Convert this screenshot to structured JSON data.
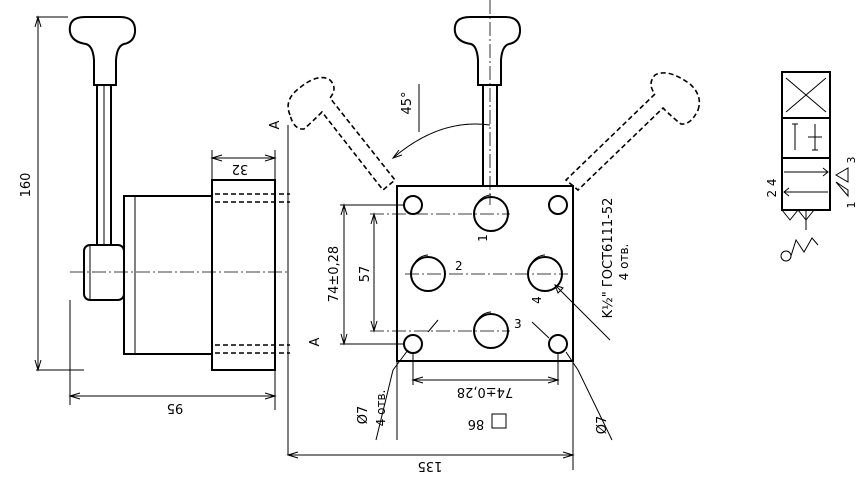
{
  "side_view": {
    "height_label": "160",
    "depth_label": "95",
    "flange_label": "32"
  },
  "front_view": {
    "angle_label": "45°",
    "section_label_top": "A",
    "section_label_bottom": "A",
    "vertical_pitch_label": "74±0,28",
    "port_spacing_label": "57",
    "horizontal_pitch_label": "74±0,28",
    "width_label": "135",
    "square_label": "86",
    "hole_diameter_left": "Ø7",
    "hole_count_left": "4 отв.",
    "hole_diameter_right": "Ø7",
    "thread_label": "K½\" ГОСТ6111-52",
    "thread_count": "4 отв.",
    "ports": [
      "1",
      "2",
      "3",
      "4"
    ]
  },
  "schematic": {
    "port_pair_label": "2 4",
    "port_1": "1",
    "port_3": "3"
  }
}
